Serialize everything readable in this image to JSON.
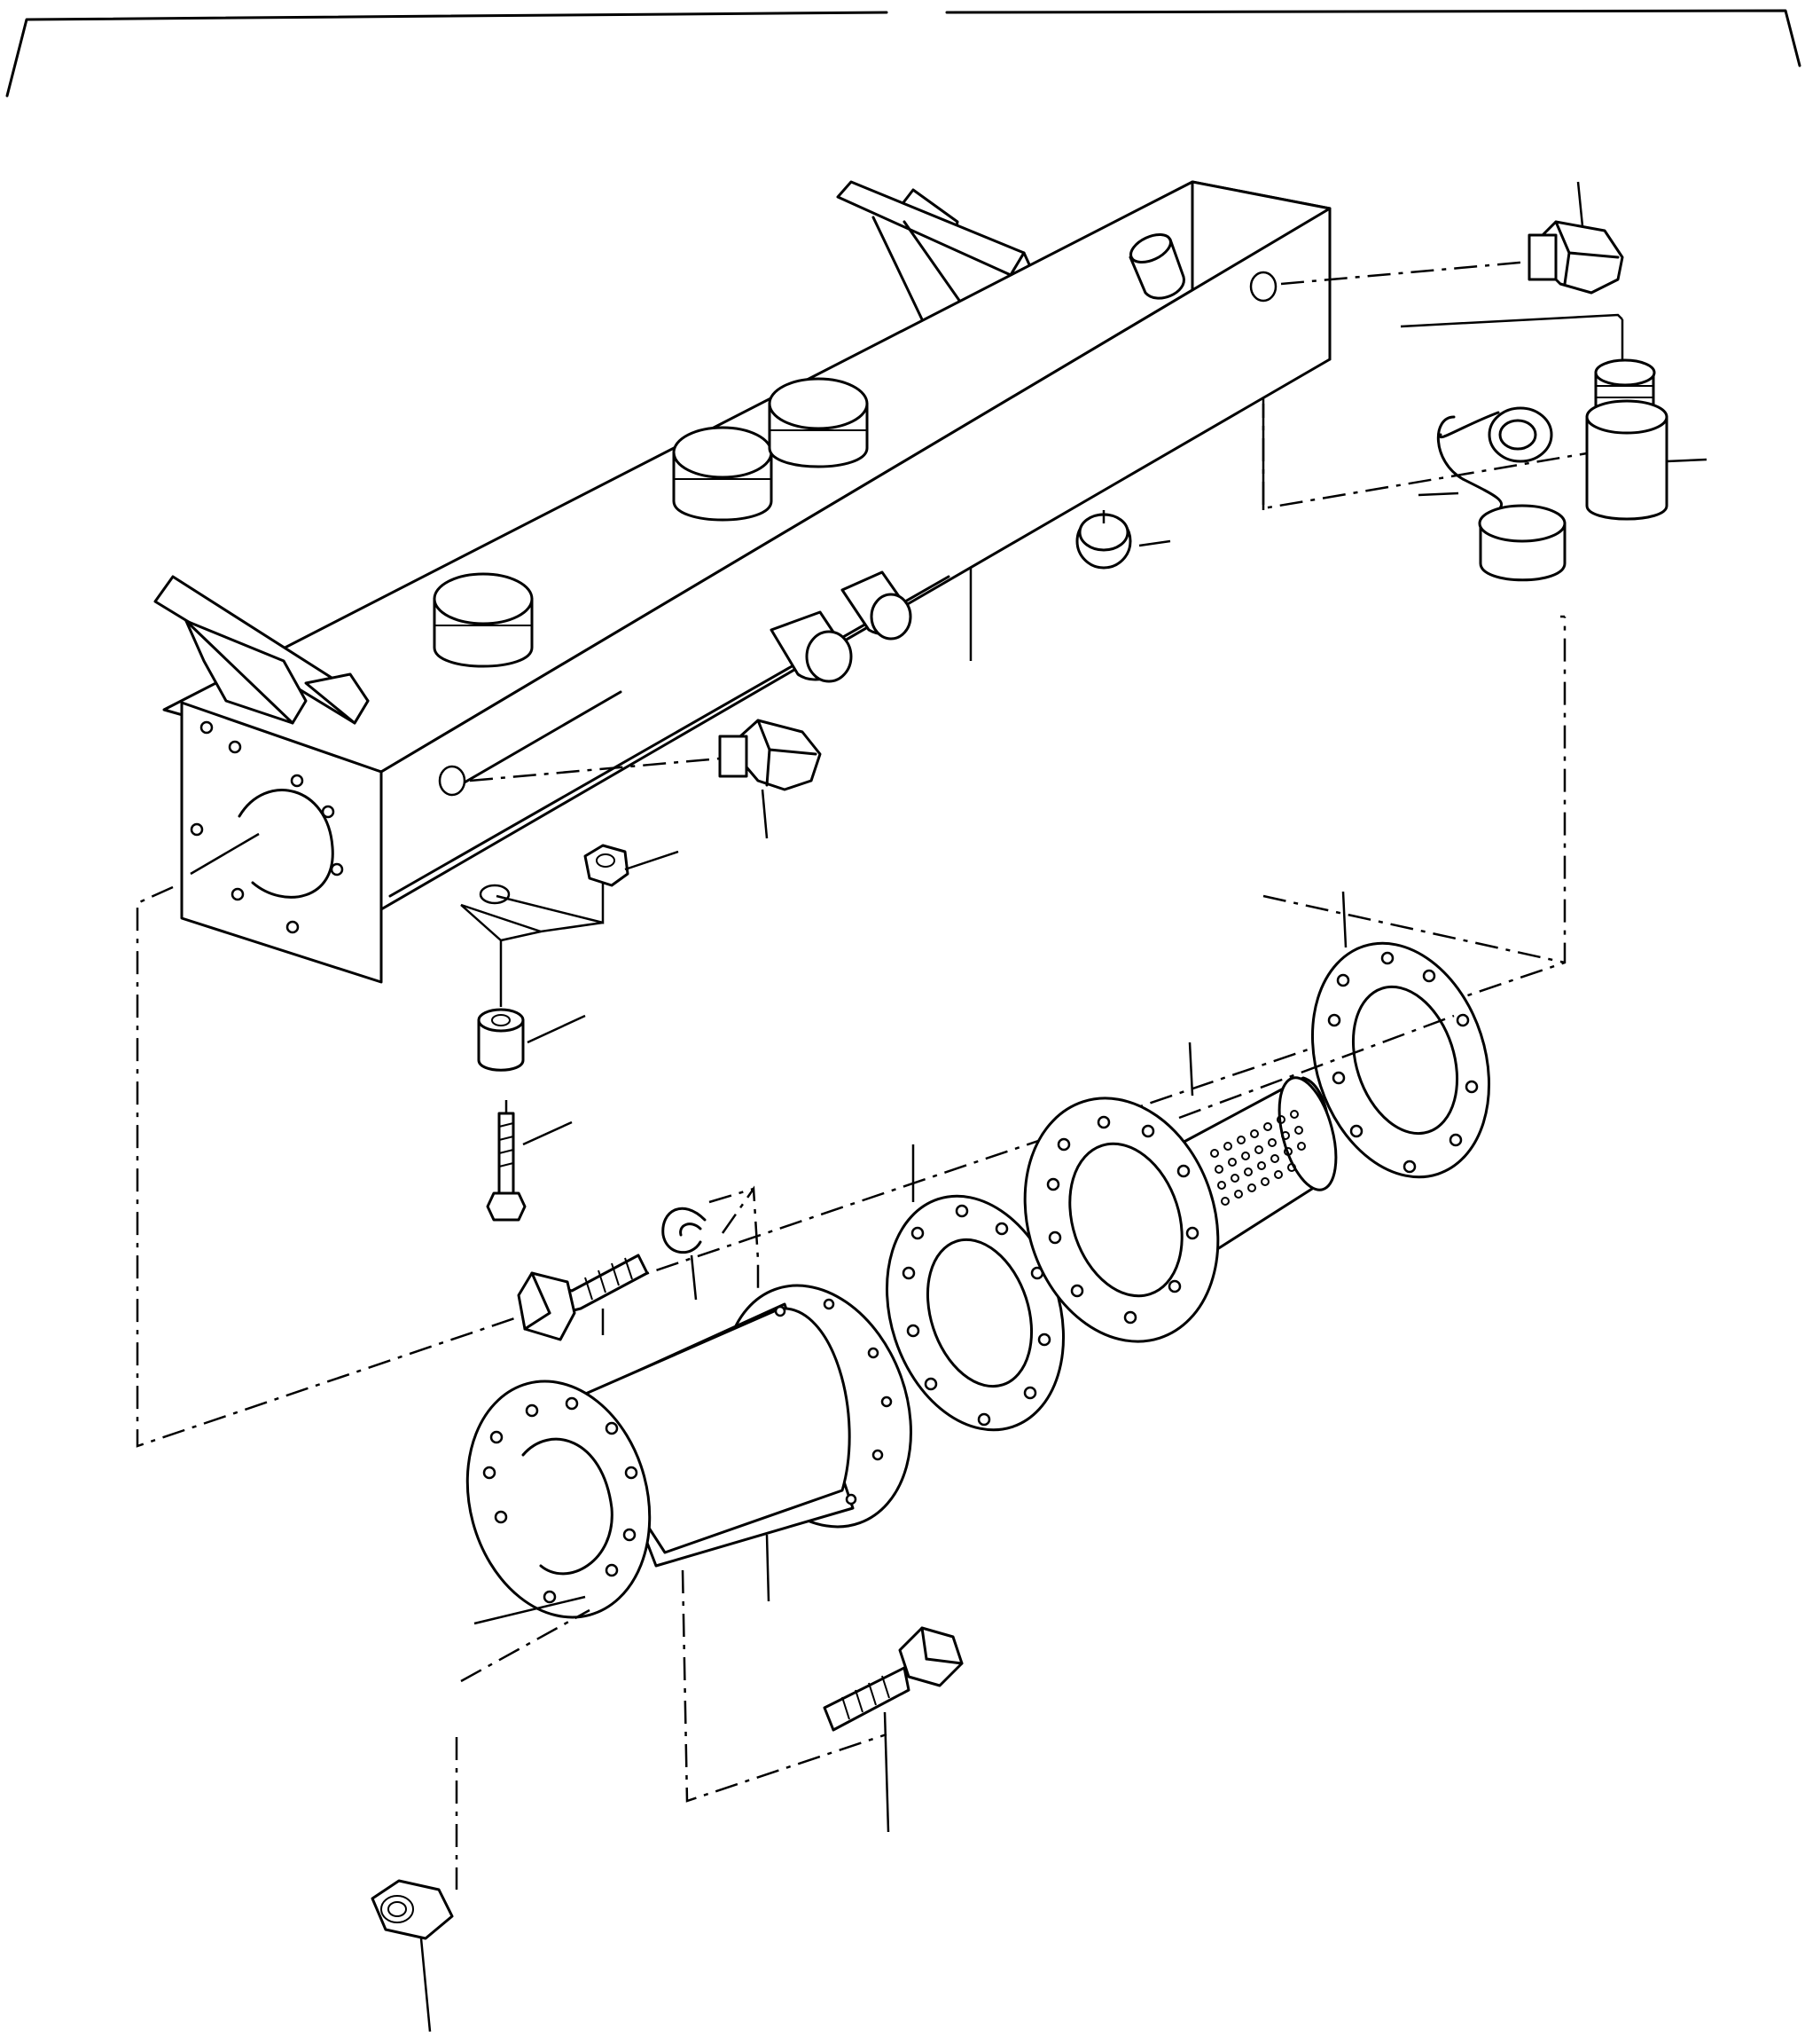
{
  "diagram": {
    "kind": "exploded-parts-view",
    "subject": "manifold",
    "colors": {
      "ink": "#000000",
      "paper": "#ffffff"
    },
    "parts": [
      {
        "id": "manifold-body"
      },
      {
        "id": "bracket-left"
      },
      {
        "id": "bracket-right"
      },
      {
        "id": "plug-top-right"
      },
      {
        "id": "union-fitting"
      },
      {
        "id": "cap-with-tether"
      },
      {
        "id": "blanking-plug-front"
      },
      {
        "id": "plug-front-left"
      },
      {
        "id": "nut-small"
      },
      {
        "id": "spacer-sleeve"
      },
      {
        "id": "stud"
      },
      {
        "id": "bolt-left"
      },
      {
        "id": "spring-washer"
      },
      {
        "id": "connecting-pipe"
      },
      {
        "id": "gasket-middle"
      },
      {
        "id": "strainer"
      },
      {
        "id": "gasket-right"
      },
      {
        "id": "bolt-lower"
      },
      {
        "id": "nut-bottom"
      }
    ]
  }
}
